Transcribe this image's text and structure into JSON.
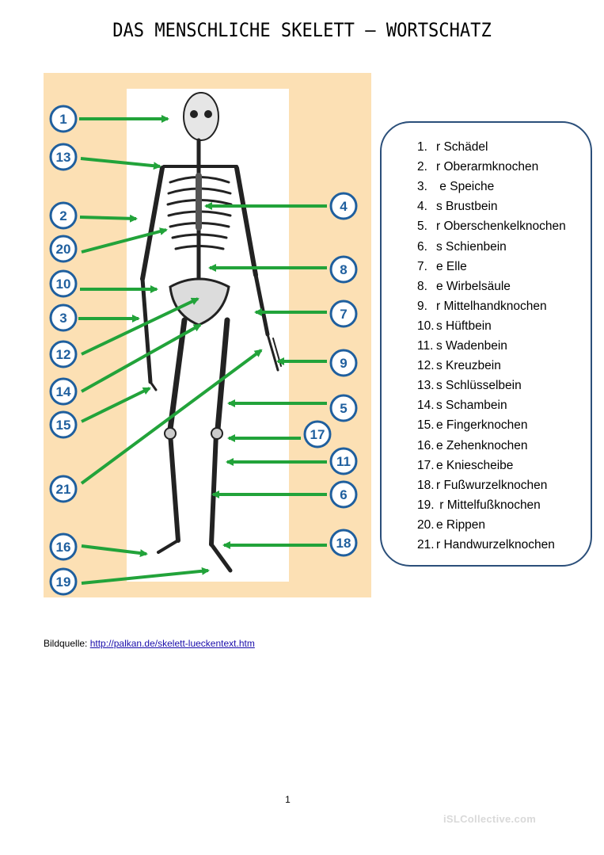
{
  "title": "DAS MENSCHLICHE SKELETT – WORTSCHATZ",
  "figure": {
    "labels": [
      "1",
      "13",
      "2",
      "20",
      "10",
      "3",
      "12",
      "14",
      "15",
      "21",
      "16",
      "19",
      "4",
      "8",
      "7",
      "9",
      "5",
      "17",
      "11",
      "6",
      "18"
    ]
  },
  "word_list": [
    {
      "num": "1.",
      "text": "r Schädel"
    },
    {
      "num": "2.",
      "text": "r Oberarmknochen"
    },
    {
      "num": "3.",
      "text": " e Speiche"
    },
    {
      "num": "4.",
      "text": "s Brustbein"
    },
    {
      "num": "5.",
      "text": "r Oberschenkelknochen"
    },
    {
      "num": "6.",
      "text": "s Schienbein"
    },
    {
      "num": "7.",
      "text": "e Elle"
    },
    {
      "num": "8.",
      "text": "e Wirbelsäule"
    },
    {
      "num": "9.",
      "text": "r Mittelhandknochen"
    },
    {
      "num": "10.",
      "text": "s Hüftbein"
    },
    {
      "num": "11.",
      "text": "s Wadenbein"
    },
    {
      "num": "12.",
      "text": "s Kreuzbein"
    },
    {
      "num": "13.",
      "text": "s Schlüsselbein"
    },
    {
      "num": "14.",
      "text": "s Schambein"
    },
    {
      "num": "15.",
      "text": "e Fingerknochen"
    },
    {
      "num": "16.",
      "text": "e Zehenknochen"
    },
    {
      "num": "17.",
      "text": "e Kniescheibe"
    },
    {
      "num": "18.",
      "text": "r Fußwurzelknochen"
    },
    {
      "num": "19.",
      "text": " r Mittelfußknochen"
    },
    {
      "num": "20.",
      "text": "e Rippen"
    },
    {
      "num": "21.",
      "text": "r Handwurzelknochen"
    }
  ],
  "credit": {
    "label": "Bildquelle: ",
    "link_text": "http://palkan.de/skelett-lueckentext.htm"
  },
  "page_number": "1",
  "watermark": "iSLCollective.com",
  "colors": {
    "background_panel": "#fce0b4",
    "badge_blue": "#1f5f9e",
    "arrow_green": "#22a33a",
    "box_border": "#2b4f7a"
  }
}
